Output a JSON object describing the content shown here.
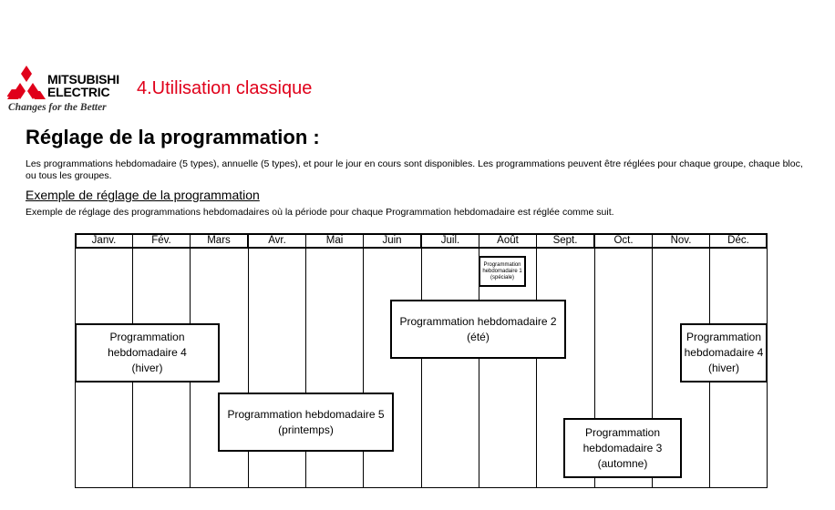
{
  "header": {
    "logo_line1": "MITSUBISHI",
    "logo_line2": "ELECTRIC",
    "tagline": "Changes for the Better",
    "section_title": "4.Utilisation classique"
  },
  "page_title": "Réglage de la programmation :",
  "intro": "Les programmations hebdomadaire (5 types), annuelle (5 types), et pour le jour en cours sont disponibles. Les programmations peuvent être réglées pour chaque groupe, chaque bloc, ou tous les groupes.",
  "example_heading": "Exemple de réglage de la programmation",
  "example_text": "Exemple de réglage des programmations hebdomadaires où la période pour chaque Programmation hebdomadaire est réglée comme suit.",
  "months": [
    "Janv.",
    "Fév.",
    "Mars",
    "Avr.",
    "Mai",
    "Juin",
    "Juil.",
    "Août",
    "Sept.",
    "Oct.",
    "Nov.",
    "Déc."
  ],
  "programs": [
    {
      "line1": "Programmation",
      "line2": "hebdomadaire 1",
      "line3": "(spéciale)"
    },
    {
      "line1": "Programmation hebdomadaire 2",
      "line2": "(été)"
    },
    {
      "line1": "Programmation",
      "line2": "hebdomadaire 4",
      "line3": "(hiver)"
    },
    {
      "line1": "Programmation hebdomadaire 5",
      "line2": "(printemps)"
    },
    {
      "line1": "Programmation",
      "line2": "hebdomadaire 3",
      "line3": "(automne)"
    },
    {
      "line1": "Programmation",
      "line2": "hebdomadaire 4",
      "line3": "(hiver)"
    }
  ],
  "colors": {
    "brand_red": "#e0001a"
  }
}
